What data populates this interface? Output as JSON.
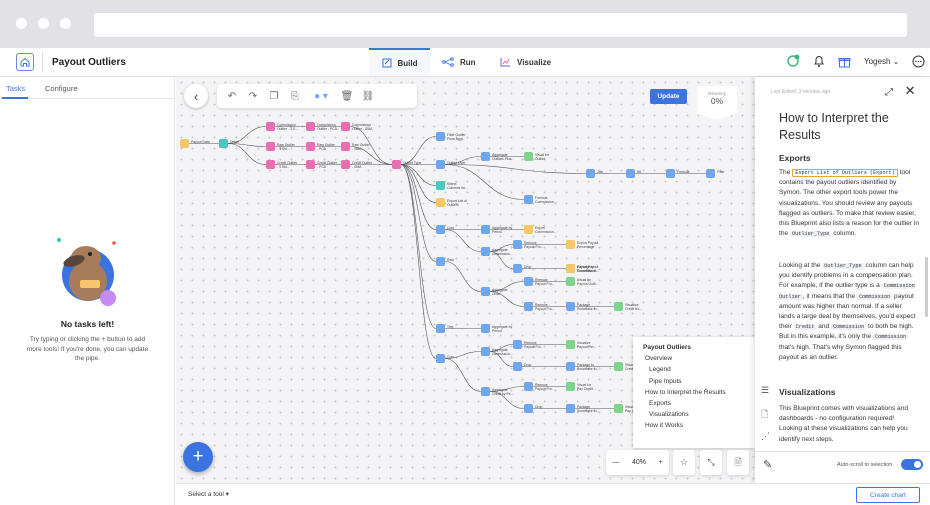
{
  "app": {
    "title": "Payout Outliers"
  },
  "nav": {
    "tabs": [
      {
        "label": "Build",
        "icon": "build-icon",
        "active": true
      },
      {
        "label": "Run",
        "icon": "run-icon"
      },
      {
        "label": "Visualize",
        "icon": "visualize-icon"
      }
    ],
    "user_name": "Yogesh"
  },
  "sidebar": {
    "tabs": [
      "Tasks",
      "Configure"
    ],
    "empty_title": "No tasks left!",
    "empty_text": "Try typing or clicking the + button to add more tools! If you're done, you can update the pipe."
  },
  "canvas": {
    "update_label": "Update",
    "progress_label": "Recency",
    "progress_value": "0%",
    "zoom": "40%",
    "fab": "+",
    "nodes": [
      {
        "label": "Payout Data",
        "color": "#f5c66b"
      },
      {
        "label": "Detail",
        "color": "#4bc6c0"
      },
      {
        "label": "Commission\nOutlier - 3 S...",
        "color": "#e96fb5"
      },
      {
        "label": "Commission\nOutlier - PCA",
        "color": "#e96fb5"
      },
      {
        "label": "Commission\nOutlier - SMA",
        "color": "#e96fb5"
      },
      {
        "label": "Raw Outlier\n- 3 Std...",
        "color": "#e96fb5"
      },
      {
        "label": "Raw Outlier\n- PCA",
        "color": "#e96fb5"
      },
      {
        "label": "Raw Outlier\n- SMA",
        "color": "#e96fb5"
      },
      {
        "label": "Credit Outlier\n- 3 Std...",
        "color": "#e96fb5"
      },
      {
        "label": "Credit Outlier\n- PCA",
        "color": "#e96fb5"
      },
      {
        "label": "Credit Outlier\n- SMA",
        "color": "#e96fb5"
      },
      {
        "label": "Outlier Type",
        "color": "#e96fb5"
      },
      {
        "label": "Filter Outlier\nFrom Aggr.",
        "color": "#6fa6ee"
      },
      {
        "label": "Outlier Over",
        "color": "#6fa6ee"
      },
      {
        "label": "Aggregate\nOutliers Plus",
        "color": "#6fa6ee"
      },
      {
        "label": "Visual for\nOutlier",
        "color": "#7ed48a"
      },
      {
        "label": "Select\nColumns for...",
        "color": "#4bc6c0"
      },
      {
        "label": "Export List of\nOutliers",
        "color": "#f5c66b"
      },
      {
        "label": "Join",
        "color": "#6fa6ee"
      },
      {
        "label": "Bit",
        "color": "#6fa6ee"
      },
      {
        "label": "Formula",
        "color": "#6fa6ee"
      },
      {
        "label": "Filter",
        "color": "#6fa6ee"
      },
      {
        "label": "Formula\nCommission...",
        "color": "#6fa6ee"
      },
      {
        "label": "Com",
        "color": "#6fa6ee"
      },
      {
        "label": "Aggregate by\nPeriod",
        "color": "#6fa6ee"
      },
      {
        "label": "Export\nCommission...",
        "color": "#f5c66b"
      },
      {
        "label": "Aggregate\ncommission...",
        "color": "#6fa6ee"
      },
      {
        "label": "Remove\nPayout Fro...",
        "color": "#6fa6ee"
      },
      {
        "label": "Export Payout\nPercentage",
        "color": "#f5c66b"
      },
      {
        "label": "Drop",
        "color": "#6fa6ee"
      },
      {
        "label": "Package to\nSnowflake th...",
        "color": "#6fa6ee"
      },
      {
        "label": "Export Payout\nCommission",
        "color": "#f5c66b"
      },
      {
        "label": "Raw",
        "color": "#6fa6ee"
      },
      {
        "label": "Aggregate\nOrder",
        "color": "#6fa6ee"
      },
      {
        "label": "Remove\nPayout Fro...",
        "color": "#6fa6ee"
      },
      {
        "label": "Visual for\nPayout Outli...",
        "color": "#7ed48a"
      },
      {
        "label": "Remove\nPayout Fro...",
        "color": "#6fa6ee"
      },
      {
        "label": "Package\nSnowflake th...",
        "color": "#6fa6ee"
      },
      {
        "label": "Visualize\nCredit for...",
        "color": "#7ed48a"
      },
      {
        "label": "Tiny",
        "color": "#6fa6ee"
      },
      {
        "label": "Aggregate by\nPeriod",
        "color": "#6fa6ee"
      },
      {
        "label": "Com",
        "color": "#6fa6ee"
      },
      {
        "label": "Aggregate\ncommission...",
        "color": "#6fa6ee"
      },
      {
        "label": "Remove\nPayout Fro...",
        "color": "#6fa6ee"
      },
      {
        "label": "Visualize\nPayout Per...",
        "color": "#7ed48a"
      },
      {
        "label": "Drop",
        "color": "#6fa6ee"
      },
      {
        "label": "Package to\nSnowflake th...",
        "color": "#6fa6ee"
      },
      {
        "label": "Visualize\nCredit for...",
        "color": "#7ed48a"
      },
      {
        "label": "Aggregate\nCredit by Pe...",
        "color": "#6fa6ee"
      },
      {
        "label": "Remove\nPayout Fro...",
        "color": "#6fa6ee"
      },
      {
        "label": "Visual for\nPay Credit...",
        "color": "#7ed48a"
      },
      {
        "label": "Drop",
        "color": "#6fa6ee"
      },
      {
        "label": "Package\nSnowflake th...",
        "color": "#6fa6ee"
      },
      {
        "label": "Visual for\nPay by Cr...",
        "color": "#7ed48a"
      }
    ]
  },
  "toc": {
    "items": [
      "Payout Outliers",
      "Overview",
      "Legend",
      "Pipe Inputs",
      "How to Interpret the Results",
      "Exports",
      "Visualizations",
      "How it Works"
    ]
  },
  "panel": {
    "last_edited": "Last Edited: 3 minutes ago",
    "title": "How to Interpret the Results",
    "section_exports": "Exports",
    "p1_a": "The",
    "p1_chip": "Export List of Outliers (Export)",
    "p1_b": "tool contains the payout outliers identified by Symon. The other export tools power the visualizations. You should review any payouts flagged as outliers. To make that review easier, this Blueprint also lists a reason for the outlier in the",
    "p1_code": "Outlier_Type",
    "p1_c": "column.",
    "p2_a": "Looking at the",
    "p2_code1": "Outlier_Type",
    "p2_b": "column can help you identify problems in a compensation plan. For example, if the outlier type is a",
    "p2_code2": "Commission Outlier",
    "p2_c": ", it means that the",
    "p2_code3": "Commission",
    "p2_d": "payout amount was higher than normal. If a seller lands a large deal by themselves, you'd expect their",
    "p2_code4": "Credit",
    "p2_e": "and",
    "p2_code5": "Commission",
    "p2_f": "to both be high. But in this example, it's only the",
    "p2_code6": "Commission",
    "p2_g": "that's high. That's why Symon flagged this payout as an outlier.",
    "section_viz": "Visualizations",
    "p3": "This Blueprint comes with visualizations and dashboards - no configuration required! Looking at these visualizations can help you identify next steps.",
    "autoscroll_label": "Auto-scroll to selection"
  },
  "bottom": {
    "select_tool": "Select a tool",
    "create_chart": "Create chart"
  },
  "colors": {
    "accent": "#3b74e0"
  }
}
